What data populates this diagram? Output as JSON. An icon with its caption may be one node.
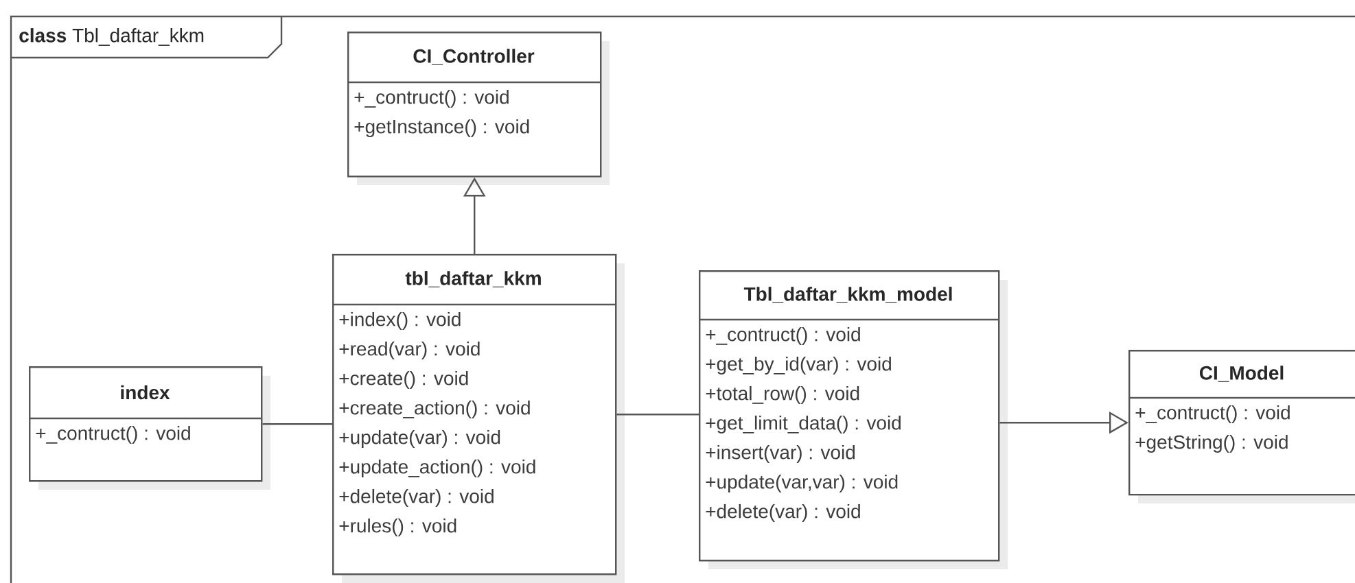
{
  "diagram": {
    "title": "**class** Tbl_daftar_kkm",
    "nodes": [
      {
        "text": [
          "CI_Controller",
          "+_contruct() : void",
          "+getInstance() : void"
        ]
      },
      {
        "text": [
          "tbl_daftar_kkm",
          "+index() : void",
          "+read(var) : void",
          "+create() : void",
          "+create_action() : void",
          "+update(var) : void",
          "+update_action() : void",
          "+delete(var) : void",
          "+rules() : void"
        ]
      },
      {
        "text": [
          "index",
          "+_contruct() : void"
        ]
      },
      {
        "text": [
          "Tbl_daftar_kkm_model",
          "+_contruct() : void",
          "+get_by_id(var) : void",
          "+total_row() : void",
          "+get_limit_data() : void",
          "+insert(var) : void",
          "+update(var,var) : void",
          "+delete(var) : void"
        ]
      },
      {
        "text": [
          "CI_Model",
          "+_contruct() : void",
          "+getString() : void"
        ]
      }
    ],
    "edges": [
      {
        "from": 1,
        "to": 0,
        "arrow": "to"
      },
      {
        "from": 2,
        "to": 1,
        "arrow": "none"
      },
      {
        "from": 1,
        "to": 3,
        "arrow": "none"
      },
      {
        "from": 3,
        "to": 4,
        "arrow": "to"
      }
    ]
  }
}
